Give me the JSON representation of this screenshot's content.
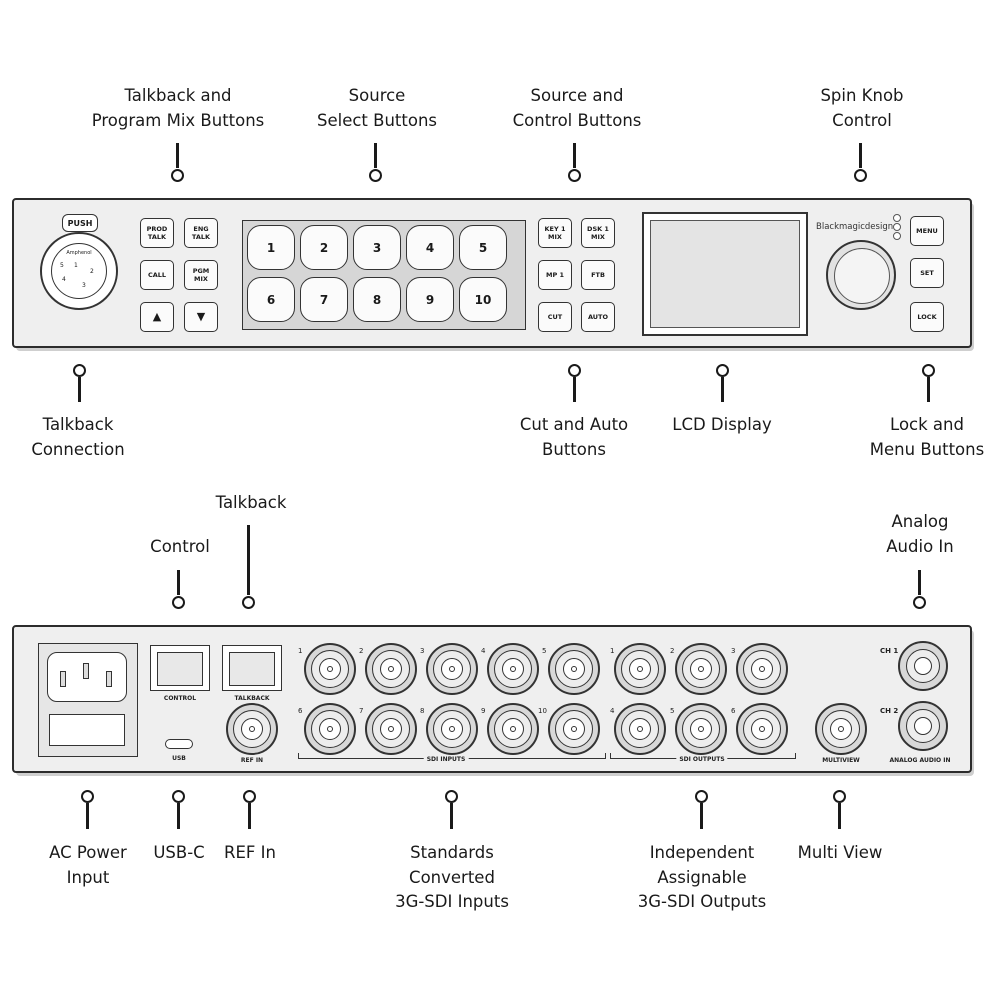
{
  "front_panel": {
    "talkback_push_label": "PUSH",
    "xlr_brand": "Amphenol",
    "xlr_pins": [
      "1",
      "2",
      "3",
      "4",
      "5"
    ],
    "left_buttons": [
      "PROD TALK",
      "ENG TALK",
      "CALL",
      "PGM MIX",
      "▲",
      "▼"
    ],
    "source_buttons": [
      "1",
      "2",
      "3",
      "4",
      "5",
      "6",
      "7",
      "8",
      "9",
      "10"
    ],
    "control_buttons": [
      "KEY 1 MIX",
      "DSK 1 MIX",
      "MP 1",
      "FTB",
      "CUT",
      "AUTO"
    ],
    "brand": "Blackmagicdesign",
    "right_buttons": [
      "MENU",
      "SET",
      "LOCK"
    ]
  },
  "rear_panel": {
    "control_port_label": "CONTROL",
    "talkback_port_label": "TALKBACK",
    "usb_label": "USB",
    "ref_in_label": "REF IN",
    "sdi_input_numbers_top": [
      "1",
      "2",
      "3",
      "4",
      "5"
    ],
    "sdi_input_numbers_bottom": [
      "6",
      "7",
      "8",
      "9",
      "10"
    ],
    "sdi_inputs_label": "SDI INPUTS",
    "sdi_output_numbers_top": [
      "1",
      "2",
      "3"
    ],
    "sdi_output_numbers_bottom": [
      "4",
      "5",
      "6"
    ],
    "sdi_outputs_label": "SDI OUTPUTS",
    "multiview_label": "MULTIVIEW",
    "analog_ch1": "CH 1",
    "analog_ch2": "CH 2",
    "analog_audio_label": "ANALOG AUDIO IN"
  },
  "front_callouts": [
    {
      "lines": [
        "Talkback and",
        "Program Mix Buttons"
      ]
    },
    {
      "lines": [
        "Source",
        "Select Buttons"
      ]
    },
    {
      "lines": [
        "Source and",
        "Control  Buttons"
      ]
    },
    {
      "lines": [
        "Spin Knob",
        "Control"
      ]
    },
    {
      "lines": [
        "Talkback",
        "Connection"
      ]
    },
    {
      "lines": [
        "Cut and Auto",
        "Buttons"
      ]
    },
    {
      "lines": [
        "LCD Display"
      ]
    },
    {
      "lines": [
        "Lock and",
        "Menu Buttons"
      ]
    }
  ],
  "rear_callouts": [
    {
      "lines": [
        "Talkback"
      ]
    },
    {
      "lines": [
        "Control"
      ]
    },
    {
      "lines": [
        "Analog",
        "Audio In"
      ]
    },
    {
      "lines": [
        "AC Power",
        "Input"
      ]
    },
    {
      "lines": [
        "USB-C"
      ]
    },
    {
      "lines": [
        "REF In"
      ]
    },
    {
      "lines": [
        "Standards",
        "Converted",
        "3G-SDI Inputs"
      ]
    },
    {
      "lines": [
        "Independent",
        "Assignable",
        "3G-SDI Outputs"
      ]
    },
    {
      "lines": [
        "Multi View"
      ]
    }
  ]
}
